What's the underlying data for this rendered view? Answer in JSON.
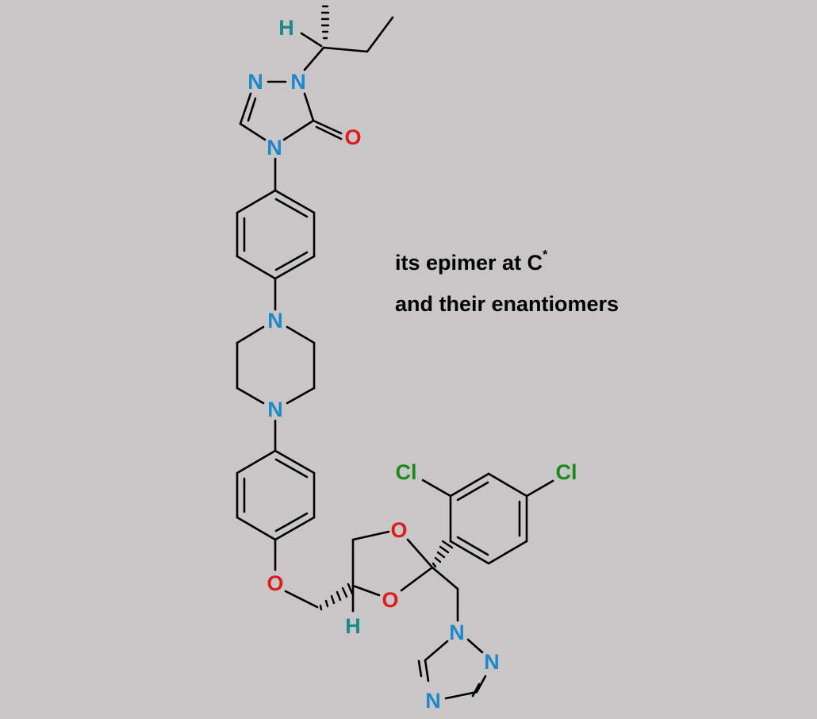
{
  "caption": {
    "line1": "its epimer at C",
    "line1_superscript": "*",
    "line2": "and their enantiomers"
  },
  "atom_labels": {
    "n": "N",
    "o": "O",
    "h": "H",
    "cl": "Cl"
  },
  "colors": {
    "background": "#c8c6c7",
    "bond": "#000000",
    "nitrogen": "#1e88c8",
    "oxygen": "#e01b1b",
    "hydrogen": "#1a8a8a",
    "chlorine": "#1b8a1b",
    "caption": "#000000"
  }
}
